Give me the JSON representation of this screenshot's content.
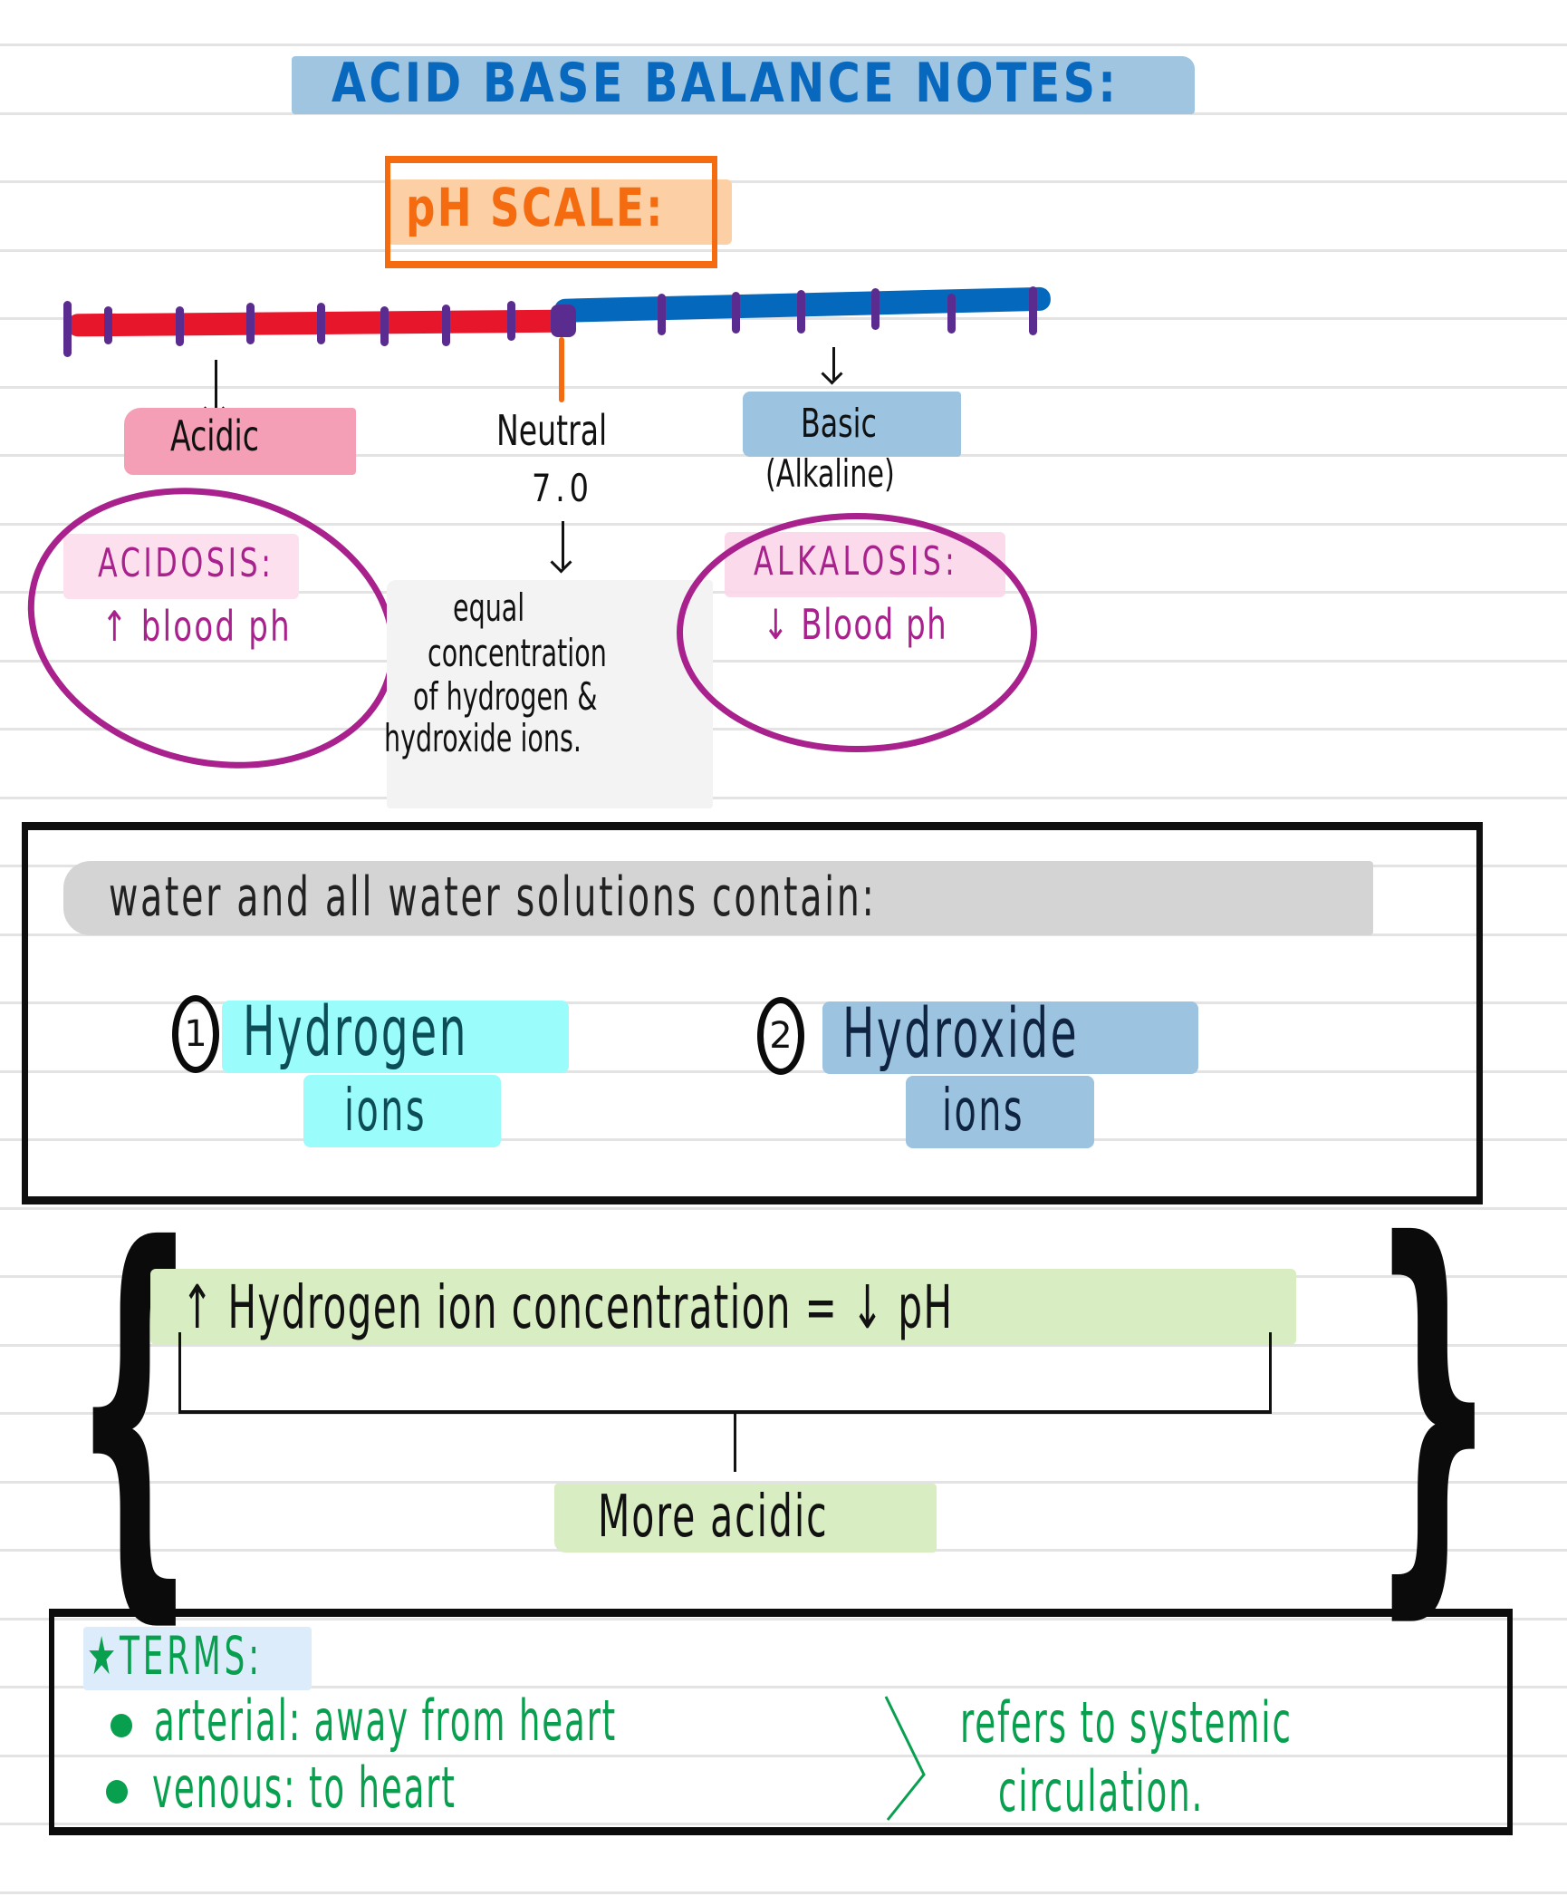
{
  "title": "ACID BASE BALANCE NOTES:",
  "ph_scale": {
    "heading": "pH SCALE:",
    "colors": {
      "acidic_bar": "#e8162a",
      "basic_bar": "#0468bd",
      "ticks": "#5a2c8f",
      "neutral_marker": "#f46b10"
    },
    "acidic": {
      "label": "Acidic"
    },
    "neutral": {
      "label": "Neutral",
      "value": "7.0",
      "description": [
        "equal",
        "concentration",
        "of hydrogen &",
        "hydroxide ions."
      ]
    },
    "basic": {
      "label": "Basic",
      "sublabel": "(Alkaline)"
    }
  },
  "conditions": {
    "acidosis": {
      "label": "ACIDOSIS:",
      "detail": "↑ blood ph"
    },
    "alkalosis": {
      "label": "ALKALOSIS:",
      "detail": "↓ Blood ph"
    }
  },
  "water": {
    "heading": "water and all water solutions contain:",
    "items": [
      {
        "number": "1",
        "name": "Hydrogen",
        "sub": "ions",
        "color": "#9bfcfc"
      },
      {
        "number": "2",
        "name": "Hydroxide",
        "sub": "ions",
        "color": "#9cc3e0"
      }
    ]
  },
  "relation": {
    "statement": "↑ Hydrogen ion concentration = ↓ pH",
    "result": "More acidic"
  },
  "terms": {
    "heading": "★TERMS:",
    "items": [
      {
        "text": "arterial: away from heart"
      },
      {
        "text": "venous: to heart"
      }
    ],
    "note_line1": "refers to systemic",
    "note_line2": "circulation."
  }
}
